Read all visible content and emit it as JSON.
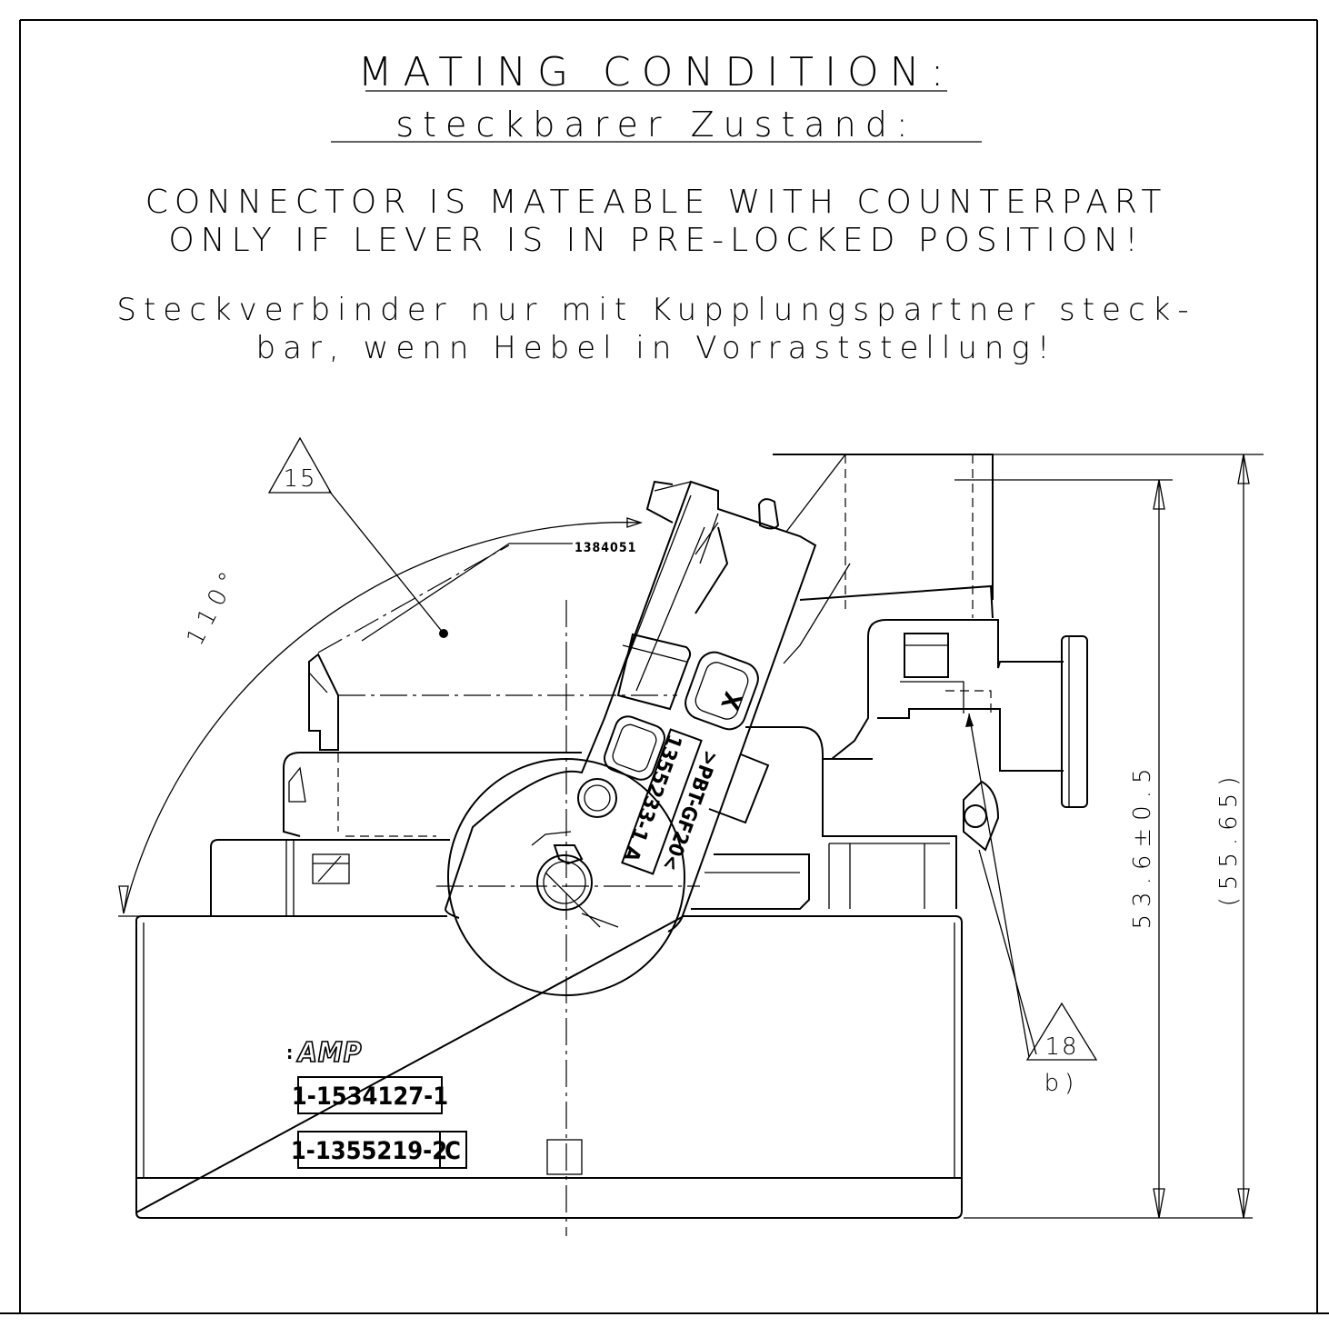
{
  "title": {
    "en": "MATING CONDITION:",
    "de": "steckbarer Zustand:"
  },
  "note_en": {
    "line1": "CONNECTOR IS MATEABLE WITH COUNTERPART",
    "line2": "ONLY IF LEVER IS IN PRE-LOCKED POSITION!"
  },
  "note_de": {
    "line1": "Steckverbinder nur mit Kupplungspartner steck-",
    "line2": "bar, wenn Hebel in Vorraststellung!"
  },
  "angle_label": "110°",
  "callouts": {
    "c15": "15",
    "c18": "18",
    "c18_sub": "b)"
  },
  "dimensions": {
    "height": "53.6±0.5",
    "ref_height": "(55.65)"
  },
  "part_marks": {
    "brand": "AMP",
    "part_number_1": "1-1534127-1",
    "part_number_2": "1-1355219-2",
    "revision": "C",
    "lever_material": ">PBT-GF20<",
    "lever_part_number": "1355233-1 A",
    "lever_symbol": "X",
    "seal_mark": "1384051"
  }
}
